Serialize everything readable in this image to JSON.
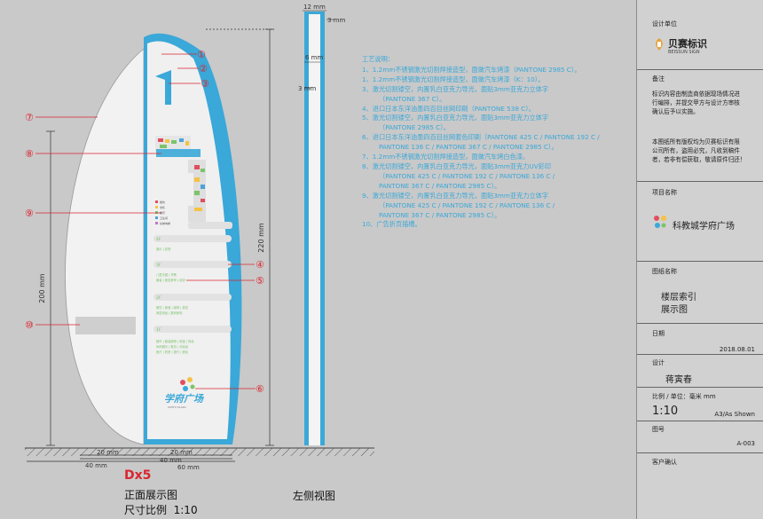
{
  "callouts": [
    "①",
    "②",
    "③",
    "④",
    "⑤",
    "⑥",
    "⑦",
    "⑧",
    "⑨",
    "⑩"
  ],
  "dims": {
    "top_12": "12 mm",
    "top_3": "3 mm",
    "side_6": "6 mm",
    "side_3": "3 mm",
    "h200": "200 mm",
    "h220": "220 mm",
    "w40a": "40 mm",
    "w40b": "40 mm",
    "w20a": "20 mm",
    "w20b": "20 mm",
    "w60": "60 mm"
  },
  "sign": {
    "floors": [
      "4F",
      "3F",
      "2F",
      "1F"
    ],
    "floor_texts": [
      [
        "娱乐 | 影院"
      ],
      [
        "儿童乐园 | 早教",
        "服装 | 美发美甲 | 培训"
      ],
      [
        "餐饮 | 美食 | 咖啡 | 茶饮",
        "家居用品 | 数码家电"
      ],
      [
        "超市 | 服装服饰 | 珠宝 | 饰品",
        "休闲娱乐 | 鞋包 | 化妆品",
        "医疗 | 药房 | 银行 | 便民"
      ]
    ],
    "legend": [
      "餐饮",
      "零售",
      "娱乐",
      "卫生间",
      "扶梯电梯"
    ],
    "logo_cn": "学府广场",
    "logo_en": "XUEFU PLAZA"
  },
  "labels": {
    "code": "Dx5",
    "front": "正面展示图",
    "scale": "尺寸比例  1:10",
    "side": "左侧视图"
  },
  "notes": {
    "title": "工艺说明：",
    "lines": [
      {
        "t": "1、1.2mm不锈钢激光切割焊接造型，面做汽车烤漆（PANTONE 2985 C）。",
        "i": false
      },
      {
        "t": "1、1.2mm不锈钢激光切割焊接造型，面做汽车烤漆（K：10）。",
        "i": false
      },
      {
        "t": "3、激光切割镂空，内置乳白亚克力导光，面贴3mm亚克力立体字",
        "i": false
      },
      {
        "t": "（PANTONE 367 C）。",
        "i": true
      },
      {
        "t": "4、进口日本东洋油墨四百目丝网印刷（PANTONE 538 C）。",
        "i": false
      },
      {
        "t": "5、激光切割镂空，内置乳白亚克力导光，面贴3mm亚克力立体字",
        "i": false
      },
      {
        "t": "（PANTONE 2985 C）。",
        "i": true
      },
      {
        "t": "6、进口日本东洋油墨四百目丝网套色印刷（PANTONE 425 C / PANTONE 192 C /",
        "i": false
      },
      {
        "t": "PANTONE 136 C / PANTONE 367 C / PANTONE 2985 C）。",
        "i": true
      },
      {
        "t": "7、1.2mm不锈钢激光切割焊接造型，面做汽车烤白色漆。",
        "i": false
      },
      {
        "t": "8、激光切割镂空，内置乳白亚克力导光，面贴3mm亚克力UV彩印",
        "i": false
      },
      {
        "t": "（PANTONE 425 C / PANTONE 192 C / PANTONE 136 C /",
        "i": true
      },
      {
        "t": "PANTONE 367 C / PANTONE 2985 C）。",
        "i": true
      },
      {
        "t": "9、激光切割镂空，内置乳白亚克力导光，面贴3mm亚克力立体字",
        "i": false
      },
      {
        "t": "（PANTONE 425 C / PANTONE 192 C / PANTONE 136 C /",
        "i": true
      },
      {
        "t": "PANTONE 367 C / PANTONE 2985 C）。",
        "i": true
      },
      {
        "t": "10、广告折页插槽。",
        "i": false
      }
    ]
  },
  "panel": {
    "design_unit_label": "设计单位",
    "company_cn": "贝赛标识",
    "company_en": "BEISSUN SIGN",
    "remark_label": "备注",
    "remark_lines": [
      "标识内容由制造商依据现场情况进",
      "行编排，并提交甲方与设计方审核",
      "确认后予以实施。"
    ],
    "copyright_lines": [
      "本图纸所有版权均为贝赛标识有限",
      "公司所有，盗用必究，凡收到稿件",
      "者，若非有偿获取，敬请原件归还！"
    ],
    "project_label": "项目名称",
    "project_name": "科教城学府广场",
    "drawing_label": "图纸名称",
    "drawing_name_1": "楼层索引",
    "drawing_name_2": "展示图",
    "date_label": "日期",
    "date": "2018.08.01",
    "designer_label": "设计",
    "designer": "蒋寅春",
    "ratio_label": "比例 / 单位：毫米 mm",
    "ratio": "1:10",
    "paper": "A3/As Shown",
    "drawing_no_label": "图号",
    "drawing_no": "A-003",
    "client_label": "客户确认"
  },
  "colors": {
    "accent": "#3aa8d8",
    "callout": "#d9252f",
    "ink": "#3b7fc4",
    "dim": "#333333"
  }
}
